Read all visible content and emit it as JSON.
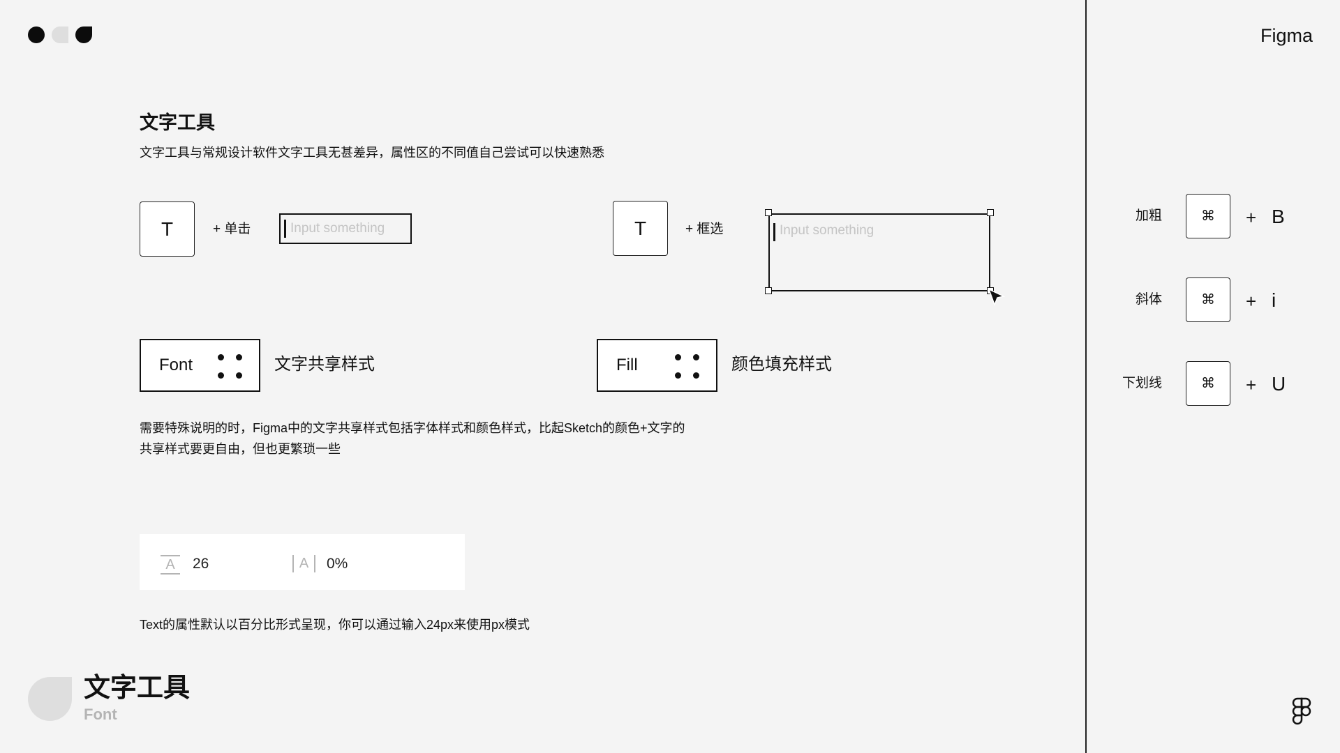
{
  "header": {
    "brand": "Figma"
  },
  "section": {
    "title": "文字工具",
    "subtitle": "文字工具与常规设计软件文字工具无甚差异，属性区的不同值自己尝试可以快速熟悉"
  },
  "text_tool": {
    "key": "T",
    "click_label": "+ 单击",
    "drag_label": "+ 框选",
    "input_placeholder": "Input something"
  },
  "styles": {
    "font_label": "Font",
    "font_desc": "文字共享样式",
    "fill_label": "Fill",
    "fill_desc": "颜色填充样式",
    "note_line1": "需要特殊说明的时，Figma中的文字共享样式包括字体样式和颜色样式，比起Sketch的颜色+文字的",
    "note_line2": "共享样式要更自由，但也更繁琐一些"
  },
  "properties": {
    "line_height_icon_text": "A",
    "line_height": "26",
    "letter_spacing_icon_text": "A",
    "letter_spacing": "0%",
    "footnote": "Text的属性默认以百分比形式呈现，你可以通过输入24px来使用px模式"
  },
  "footer": {
    "title": "文字工具",
    "subtitle": "Font"
  },
  "shortcuts": [
    {
      "label": "加粗",
      "modifier": "⌘",
      "plus": "+",
      "key": "B"
    },
    {
      "label": "斜体",
      "modifier": "⌘",
      "plus": "+",
      "key": "i"
    },
    {
      "label": "下划线",
      "modifier": "⌘",
      "plus": "+",
      "key": "U"
    }
  ]
}
